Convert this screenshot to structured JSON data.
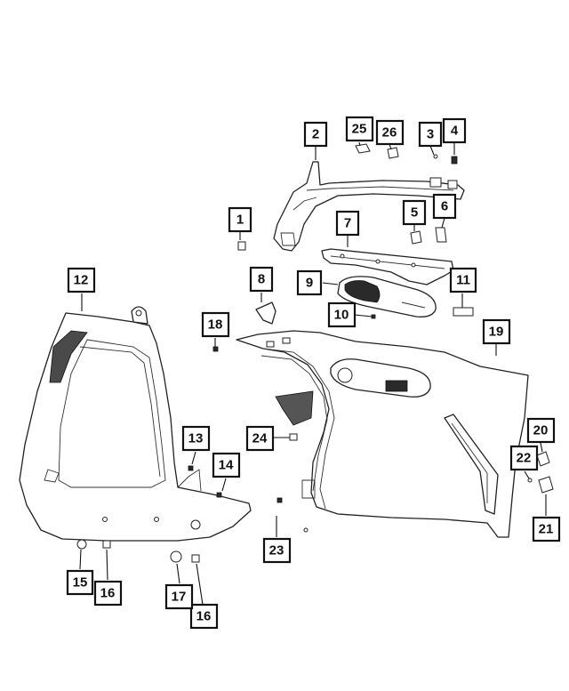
{
  "callouts": [
    {
      "id": "c1",
      "label": "1"
    },
    {
      "id": "c2",
      "label": "2"
    },
    {
      "id": "c3",
      "label": "3"
    },
    {
      "id": "c4",
      "label": "4"
    },
    {
      "id": "c5",
      "label": "5"
    },
    {
      "id": "c6",
      "label": "6"
    },
    {
      "id": "c7",
      "label": "7"
    },
    {
      "id": "c8",
      "label": "8"
    },
    {
      "id": "c9",
      "label": "9"
    },
    {
      "id": "c10",
      "label": "10"
    },
    {
      "id": "c11",
      "label": "11"
    },
    {
      "id": "c12",
      "label": "12"
    },
    {
      "id": "c13",
      "label": "13"
    },
    {
      "id": "c14",
      "label": "14"
    },
    {
      "id": "c15",
      "label": "15"
    },
    {
      "id": "c16a",
      "label": "16"
    },
    {
      "id": "c16b",
      "label": "16"
    },
    {
      "id": "c17",
      "label": "17"
    },
    {
      "id": "c18",
      "label": "18"
    },
    {
      "id": "c19",
      "label": "19"
    },
    {
      "id": "c20",
      "label": "20"
    },
    {
      "id": "c21",
      "label": "21"
    },
    {
      "id": "c22",
      "label": "22"
    },
    {
      "id": "c23",
      "label": "23"
    },
    {
      "id": "c24",
      "label": "24"
    },
    {
      "id": "c25",
      "label": "25"
    },
    {
      "id": "c26",
      "label": "26"
    }
  ]
}
